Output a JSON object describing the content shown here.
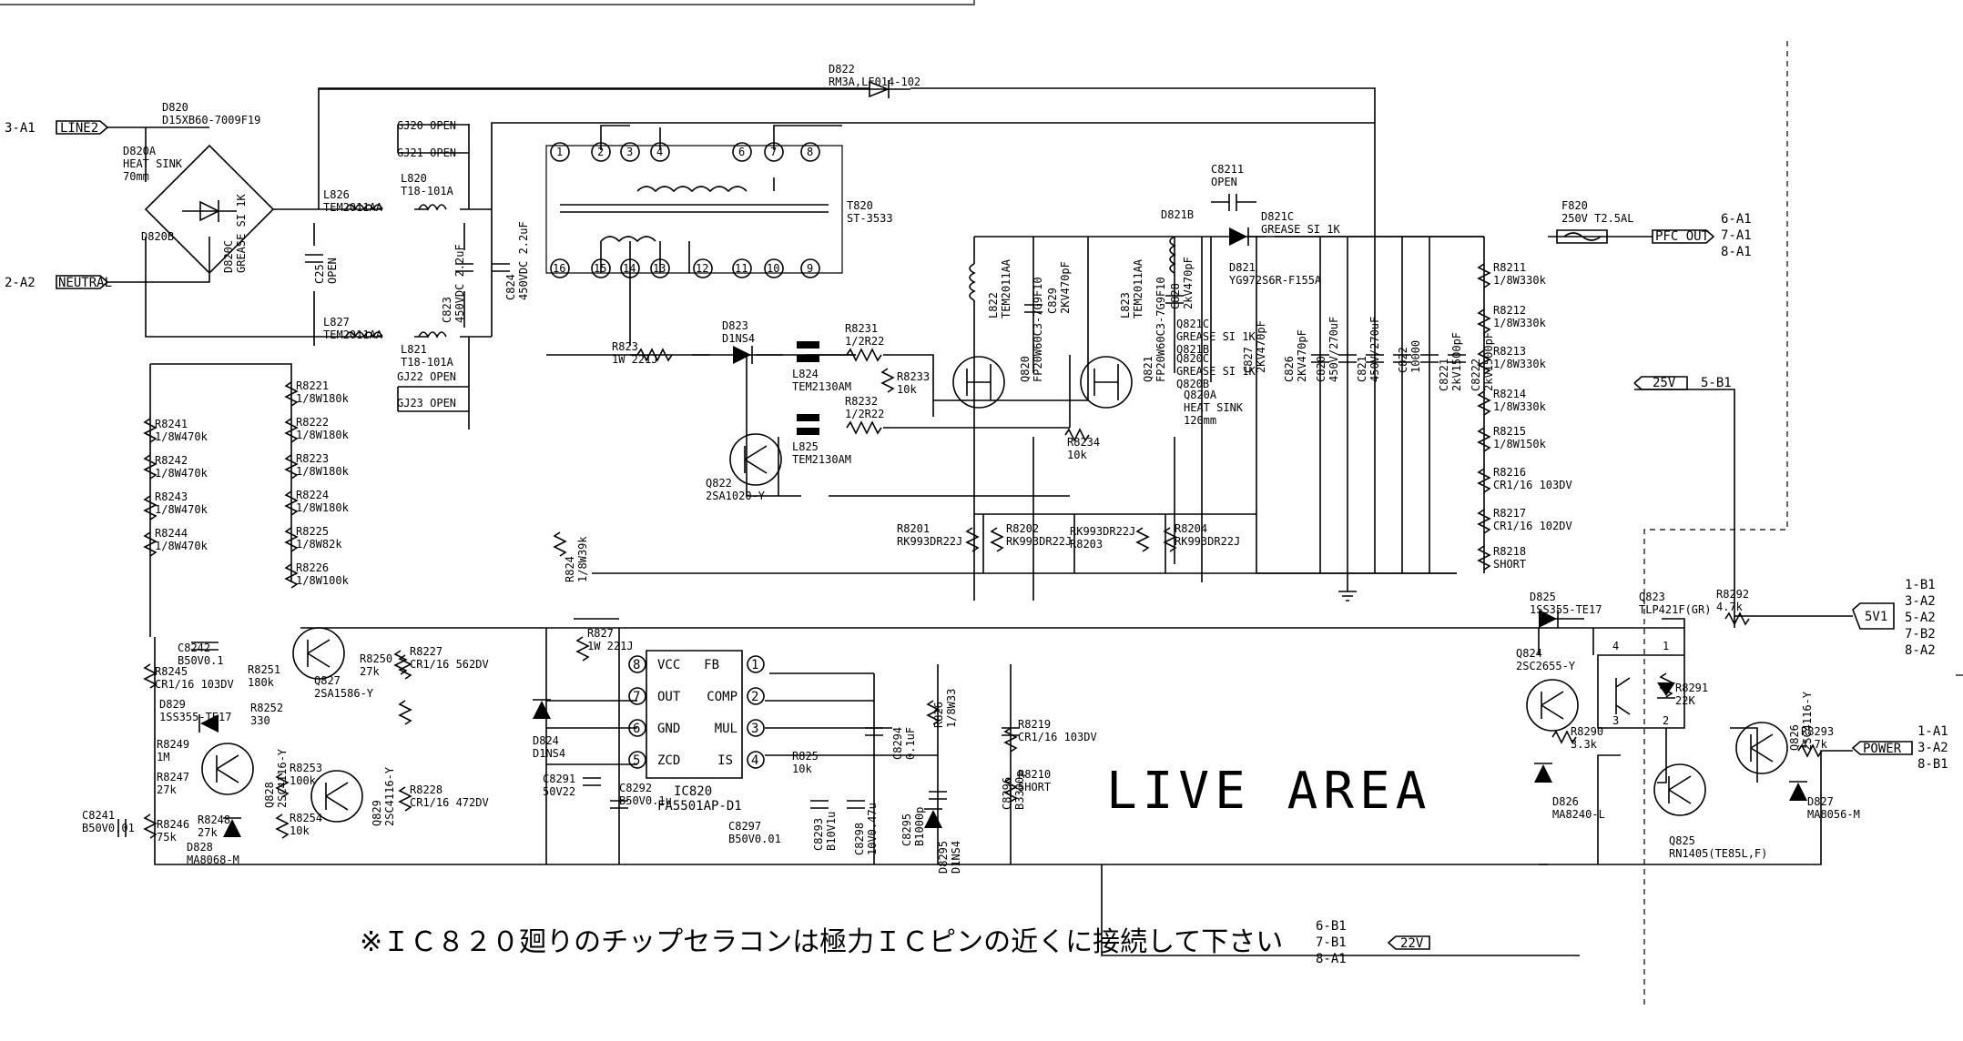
{
  "ports": {
    "line2": {
      "ref": "3-A1",
      "name": "LINE2"
    },
    "neutral": {
      "ref": "2-A2",
      "name": "NEUTRAL"
    },
    "pfc_out": {
      "refs": [
        "6-A1",
        "7-A1",
        "8-A1"
      ],
      "name": "PFC_OUT"
    },
    "v25": {
      "ref": "5-B1",
      "name": "25V"
    },
    "v5": {
      "refs": [
        "1-B1",
        "3-A2",
        "5-A2",
        "7-B2",
        "8-A2"
      ],
      "name": "5V1"
    },
    "power": {
      "refs": [
        "1-A1",
        "3-A2",
        "8-B1"
      ],
      "name": "POWER"
    },
    "v22": {
      "refs": [
        "6-B1",
        "7-B1",
        "8-A1"
      ],
      "name": "22V"
    }
  },
  "components": [
    {
      "id": "d820",
      "lines": [
        "D820",
        "D15XB60-7009F19"
      ]
    },
    {
      "id": "d820a",
      "lines": [
        "D820A",
        "HEAT SINK",
        "70mm"
      ]
    },
    {
      "id": "d820b",
      "lines": [
        "D820B"
      ]
    },
    {
      "id": "d820c",
      "lines": [
        "D820C",
        "GREASE SI 1K"
      ]
    },
    {
      "id": "d822",
      "lines": [
        "D822",
        "RM3A,LF014-102"
      ]
    },
    {
      "id": "gj20",
      "lines": [
        "GJ20  OPEN"
      ]
    },
    {
      "id": "gj21",
      "lines": [
        "GJ21  OPEN"
      ]
    },
    {
      "id": "gj22",
      "lines": [
        "GJ22  OPEN"
      ]
    },
    {
      "id": "gj23",
      "lines": [
        "GJ23  OPEN"
      ]
    },
    {
      "id": "l826",
      "lines": [
        "L826",
        "TEM2011AA"
      ]
    },
    {
      "id": "l820",
      "lines": [
        "L820",
        "T18-101A"
      ]
    },
    {
      "id": "l827",
      "lines": [
        "L827",
        "TEM2011AA"
      ]
    },
    {
      "id": "l821",
      "lines": [
        "L821",
        "T18-101A"
      ]
    },
    {
      "id": "c25",
      "lines": [
        "C25",
        "OPEN"
      ]
    },
    {
      "id": "c823",
      "lines": [
        "C823",
        "450VDC 2.2uF"
      ]
    },
    {
      "id": "c824",
      "lines": [
        "C824",
        "450VDC 2.2uF"
      ]
    },
    {
      "id": "t820",
      "lines": [
        "T820",
        "ST-3533"
      ]
    },
    {
      "id": "c8211",
      "lines": [
        "C8211",
        "OPEN"
      ]
    },
    {
      "id": "d821b",
      "lines": [
        "D821B"
      ]
    },
    {
      "id": "d821c",
      "lines": [
        "D821C",
        "GREASE SI 1K"
      ]
    },
    {
      "id": "d821",
      "lines": [
        "D821",
        "YG972S6R-F155A"
      ]
    },
    {
      "id": "f820",
      "lines": [
        "F820",
        "250V T2.5AL"
      ]
    },
    {
      "id": "l822",
      "lines": [
        "L822",
        "TEM2011AA"
      ]
    },
    {
      "id": "q820",
      "lines": [
        "Q820",
        "FP20W60C3-7G9F10"
      ]
    },
    {
      "id": "c829",
      "lines": [
        "C829",
        "2KV470pF"
      ]
    },
    {
      "id": "l823",
      "lines": [
        "L823",
        "TEM2011AA"
      ]
    },
    {
      "id": "q821",
      "lines": [
        "Q821",
        "FP20W60C3-7G9F10"
      ]
    },
    {
      "id": "c828",
      "lines": [
        "C828",
        "2kV470pF"
      ]
    },
    {
      "id": "q821c",
      "lines": [
        "Q821C",
        "GREASE SI 1K",
        "Q821B"
      ]
    },
    {
      "id": "q820c",
      "lines": [
        "Q820C",
        "GREASE SI 1K",
        "Q820B"
      ]
    },
    {
      "id": "q820a",
      "lines": [
        "Q820A",
        "HEAT SINK",
        "120mm"
      ]
    },
    {
      "id": "c827",
      "lines": [
        "C827",
        "2KV470pF"
      ]
    },
    {
      "id": "c826",
      "lines": [
        "C826",
        "2KV470pF"
      ]
    },
    {
      "id": "c820",
      "lines": [
        "C820",
        "450V/270uF"
      ]
    },
    {
      "id": "c821",
      "lines": [
        "C821",
        "450V/270uF"
      ]
    },
    {
      "id": "c822",
      "lines": [
        "C822",
        "10000"
      ]
    },
    {
      "id": "c8221",
      "lines": [
        "C8221",
        "2kV1500pF"
      ]
    },
    {
      "id": "c8222",
      "lines": [
        "C8222",
        "2kV1500pF"
      ]
    },
    {
      "id": "r8211",
      "lines": [
        "R8211",
        "1/8W330k"
      ]
    },
    {
      "id": "r8212",
      "lines": [
        "R8212",
        "1/8W330k"
      ]
    },
    {
      "id": "r8213",
      "lines": [
        "R8213",
        "1/8W330k"
      ]
    },
    {
      "id": "r8214",
      "lines": [
        "R8214",
        "1/8W330k"
      ]
    },
    {
      "id": "r8215",
      "lines": [
        "R8215",
        "1/8W150k"
      ]
    },
    {
      "id": "r8216",
      "lines": [
        "R8216",
        "CR1/16 103DV"
      ]
    },
    {
      "id": "r8217",
      "lines": [
        "R8217",
        "CR1/16 102DV"
      ]
    },
    {
      "id": "r8218",
      "lines": [
        "R8218",
        "SHORT"
      ]
    },
    {
      "id": "r823",
      "lines": [
        "R823",
        "1W 221J"
      ]
    },
    {
      "id": "d823",
      "lines": [
        "D823",
        "D1NS4"
      ]
    },
    {
      "id": "r8231",
      "lines": [
        "R8231",
        "1/2R22"
      ]
    },
    {
      "id": "r8232",
      "lines": [
        "R8232",
        "1/2R22"
      ]
    },
    {
      "id": "r8233",
      "lines": [
        "R8233",
        "10k"
      ]
    },
    {
      "id": "r8234",
      "lines": [
        "R8234",
        "10k"
      ]
    },
    {
      "id": "l824",
      "lines": [
        "L824",
        "TEM2130AM"
      ]
    },
    {
      "id": "l825",
      "lines": [
        "L825",
        "TEM2130AM"
      ]
    },
    {
      "id": "q822",
      "lines": [
        "Q822",
        "2SA1020-Y"
      ]
    },
    {
      "id": "r8201",
      "lines": [
        "R8201",
        "RK993DR22J"
      ]
    },
    {
      "id": "r8202",
      "lines": [
        "R8202",
        "RK993DR22J"
      ]
    },
    {
      "id": "r8203",
      "lines": [
        "RK993DR22J",
        "R8203"
      ]
    },
    {
      "id": "r8204",
      "lines": [
        "R8204",
        "RK993DR22J"
      ]
    },
    {
      "id": "r8221",
      "lines": [
        "R8221",
        "1/8W180k"
      ]
    },
    {
      "id": "r8222",
      "lines": [
        "R8222",
        "1/8W180k"
      ]
    },
    {
      "id": "r8223",
      "lines": [
        "R8223",
        "1/8W180k"
      ]
    },
    {
      "id": "r8224",
      "lines": [
        "R8224",
        "1/8W180k"
      ]
    },
    {
      "id": "r8225",
      "lines": [
        "R8225",
        "1/8W82k"
      ]
    },
    {
      "id": "r8226",
      "lines": [
        "R8226",
        "1/8W100k"
      ]
    },
    {
      "id": "r8241",
      "lines": [
        "R8241",
        "1/8W470k"
      ]
    },
    {
      "id": "r8242",
      "lines": [
        "R8242",
        "1/8W470k"
      ]
    },
    {
      "id": "r8243",
      "lines": [
        "R8243",
        "1/8W470k"
      ]
    },
    {
      "id": "r8244",
      "lines": [
        "R8244",
        "1/8W470k"
      ]
    },
    {
      "id": "r824",
      "lines": [
        "R824",
        "1/8W39k"
      ]
    },
    {
      "id": "r827",
      "lines": [
        "R827",
        "1W 221J"
      ]
    },
    {
      "id": "c8242",
      "lines": [
        "C8242",
        "B50V0.1"
      ]
    },
    {
      "id": "r8251",
      "lines": [
        "R8251",
        "180k"
      ]
    },
    {
      "id": "r8252",
      "lines": [
        "R8252",
        "330"
      ]
    },
    {
      "id": "r8250",
      "lines": [
        "R8250",
        "27k"
      ]
    },
    {
      "id": "r8227",
      "lines": [
        "R8227",
        "CR1/16 562DV"
      ]
    },
    {
      "id": "q827",
      "lines": [
        "Q827",
        "2SA1586-Y"
      ]
    },
    {
      "id": "r8245",
      "lines": [
        "R8245",
        "CR1/16 103DV"
      ]
    },
    {
      "id": "d829",
      "lines": [
        "D829",
        "1SS355-TE17"
      ]
    },
    {
      "id": "r8249",
      "lines": [
        "R8249",
        "1M"
      ]
    },
    {
      "id": "r8247",
      "lines": [
        "R8247",
        "27k"
      ]
    },
    {
      "id": "r8248",
      "lines": [
        "R8248",
        "27k"
      ]
    },
    {
      "id": "q828",
      "lines": [
        "Q828",
        "2SC4116-Y"
      ]
    },
    {
      "id": "r8253",
      "lines": [
        "R8253",
        "100k"
      ]
    },
    {
      "id": "q829",
      "lines": [
        "Q829",
        "2SC4116-Y"
      ]
    },
    {
      "id": "r8254",
      "lines": [
        "R8254",
        "10k"
      ]
    },
    {
      "id": "r8228",
      "lines": [
        "R8228",
        "CR1/16 472DV"
      ]
    },
    {
      "id": "c8241",
      "lines": [
        "C8241",
        "B50V0.01"
      ]
    },
    {
      "id": "r8246",
      "lines": [
        "R8246",
        "75k"
      ]
    },
    {
      "id": "d828",
      "lines": [
        "D828",
        "MA8068-M"
      ]
    },
    {
      "id": "d824",
      "lines": [
        "D824",
        "D1NS4"
      ]
    },
    {
      "id": "c8291",
      "lines": [
        "C8291",
        "50V22"
      ]
    },
    {
      "id": "c8292",
      "lines": [
        "C8292",
        "B50V0.1u"
      ]
    },
    {
      "id": "c8297",
      "lines": [
        "C8297",
        "B50V0.01"
      ]
    },
    {
      "id": "r825",
      "lines": [
        "R825",
        "10k"
      ]
    },
    {
      "id": "c8294",
      "lines": [
        "C8294",
        "0.1uF"
      ]
    },
    {
      "id": "c8293",
      "lines": [
        "C8293",
        "B10V1u"
      ]
    },
    {
      "id": "c8298",
      "lines": [
        "C8298",
        "10V0.47u"
      ]
    },
    {
      "id": "c8295",
      "lines": [
        "C8295",
        "B1000p"
      ]
    },
    {
      "id": "r826",
      "lines": [
        "R826",
        "1/8W33"
      ]
    },
    {
      "id": "d8295",
      "lines": [
        "D8295",
        "D1NS4"
      ]
    },
    {
      "id": "c8296",
      "lines": [
        "C8296",
        "B3300p"
      ]
    },
    {
      "id": "r8219",
      "lines": [
        "R8219",
        "CR1/16 103DV"
      ]
    },
    {
      "id": "r8210",
      "lines": [
        "R8210",
        "SHORT"
      ]
    },
    {
      "id": "d825",
      "lines": [
        "D825",
        "1SS355-TE17"
      ]
    },
    {
      "id": "q823",
      "lines": [
        "Q823",
        "TLP421F(GR)"
      ]
    },
    {
      "id": "r8292",
      "lines": [
        "R8292",
        "4.7k"
      ]
    },
    {
      "id": "q824",
      "lines": [
        "Q824",
        "2SC2655-Y"
      ]
    },
    {
      "id": "r8290",
      "lines": [
        "R8290",
        "3.3k"
      ]
    },
    {
      "id": "r8291",
      "lines": [
        "R8291",
        "22K"
      ]
    },
    {
      "id": "q826",
      "lines": [
        "Q826",
        "2SC4116-Y"
      ]
    },
    {
      "id": "r8293",
      "lines": [
        "R8293",
        "4.7k"
      ]
    },
    {
      "id": "d826",
      "lines": [
        "D826",
        "MA8240-L"
      ]
    },
    {
      "id": "d827",
      "lines": [
        "D827",
        "MA8056-M"
      ]
    },
    {
      "id": "q825",
      "lines": [
        "Q825",
        "RN1405(TE85L,F)"
      ]
    }
  ],
  "ic820": {
    "name": "IC820",
    "part": "FA5501AP-D1",
    "pins_left": [
      {
        "num": "8",
        "name": "VCC"
      },
      {
        "num": "7",
        "name": "OUT"
      },
      {
        "num": "6",
        "name": "GND"
      },
      {
        "num": "5",
        "name": "ZCD"
      }
    ],
    "pins_right": [
      {
        "num": "1",
        "name": "FB"
      },
      {
        "num": "2",
        "name": "COMP"
      },
      {
        "num": "3",
        "name": "MUL"
      },
      {
        "num": "4",
        "name": "IS"
      }
    ]
  },
  "optocoupler_pins": [
    "4",
    "1",
    "3",
    "2"
  ],
  "transformer_pins": [
    "1",
    "2",
    "3",
    "4",
    "6",
    "7",
    "8",
    "16",
    "15",
    "14",
    "13",
    "12",
    "11",
    "10",
    "9"
  ],
  "area_label": "LIVE AREA",
  "note": "※ＩＣ８２０廻りのチップセラコンは極力ＩＣピンの近くに接続して下さい"
}
